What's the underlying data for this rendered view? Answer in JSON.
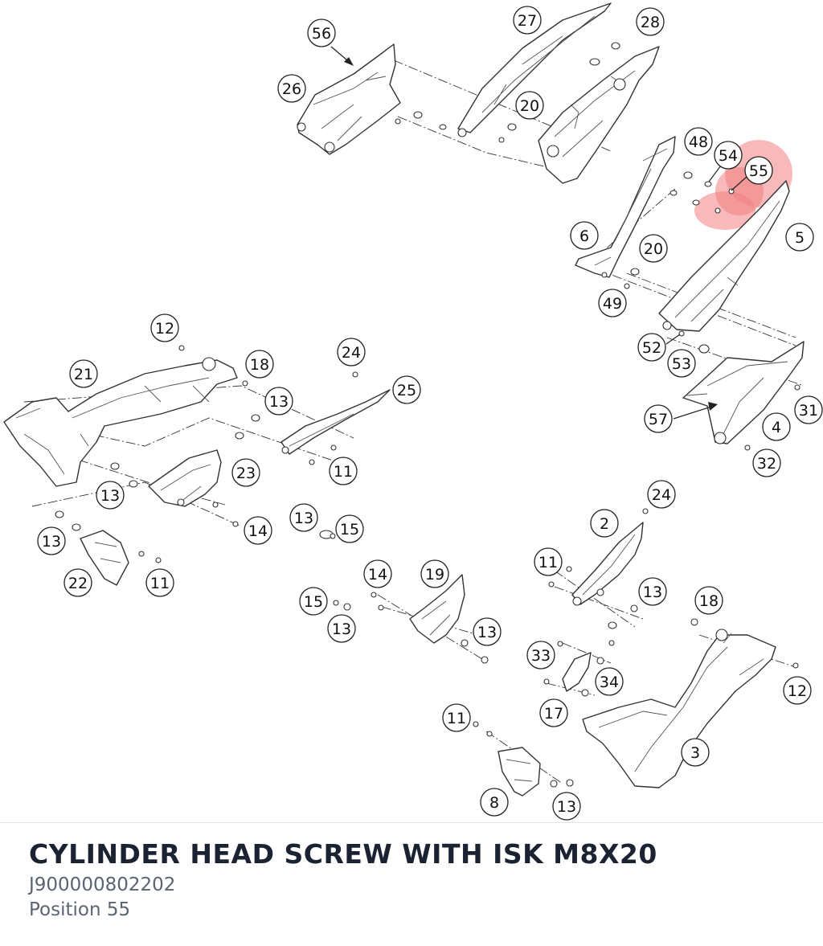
{
  "diagram": {
    "highlight_color": "#f08080",
    "highlighted_position": "55",
    "callouts": [
      {
        "label": "56"
      },
      {
        "label": "27"
      },
      {
        "label": "28"
      },
      {
        "label": "26"
      },
      {
        "label": "20"
      },
      {
        "label": "48"
      },
      {
        "label": "54"
      },
      {
        "label": "55"
      },
      {
        "label": "6"
      },
      {
        "label": "5"
      },
      {
        "label": "20"
      },
      {
        "label": "49"
      },
      {
        "label": "52"
      },
      {
        "label": "53"
      },
      {
        "label": "31"
      },
      {
        "label": "57"
      },
      {
        "label": "4"
      },
      {
        "label": "32"
      },
      {
        "label": "12"
      },
      {
        "label": "24"
      },
      {
        "label": "21"
      },
      {
        "label": "18"
      },
      {
        "label": "25"
      },
      {
        "label": "13"
      },
      {
        "label": "23"
      },
      {
        "label": "11"
      },
      {
        "label": "13"
      },
      {
        "label": "13"
      },
      {
        "label": "15"
      },
      {
        "label": "14"
      },
      {
        "label": "13"
      },
      {
        "label": "22"
      },
      {
        "label": "11"
      },
      {
        "label": "24"
      },
      {
        "label": "2"
      },
      {
        "label": "11"
      },
      {
        "label": "14"
      },
      {
        "label": "19"
      },
      {
        "label": "13"
      },
      {
        "label": "18"
      },
      {
        "label": "15"
      },
      {
        "label": "13"
      },
      {
        "label": "13"
      },
      {
        "label": "33"
      },
      {
        "label": "34"
      },
      {
        "label": "12"
      },
      {
        "label": "17"
      },
      {
        "label": "11"
      },
      {
        "label": "3"
      },
      {
        "label": "8"
      },
      {
        "label": "13"
      }
    ]
  },
  "part": {
    "title": "CYLINDER HEAD SCREW WITH ISK M8X20",
    "number": "J900000802202",
    "position": "Position 55"
  }
}
